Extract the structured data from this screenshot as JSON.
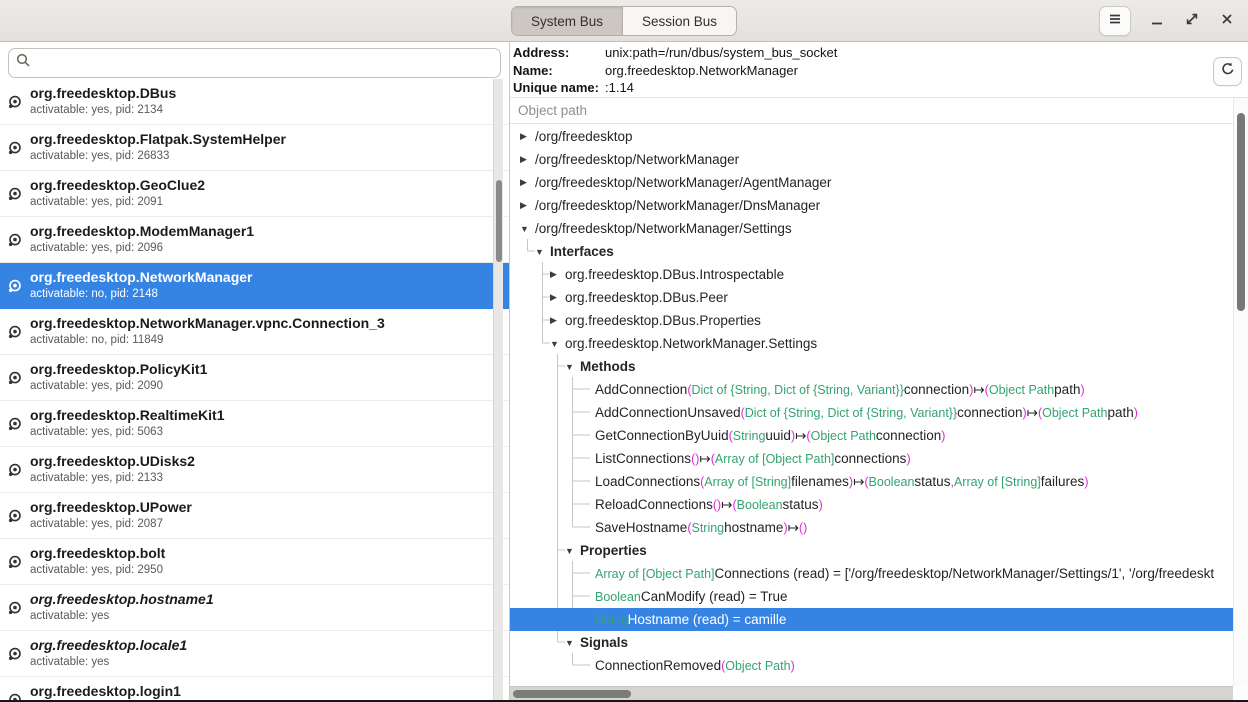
{
  "colors": {
    "accent": "#3584e4",
    "type-green": "#33a371",
    "punct-magenta": "#dd2bd8"
  },
  "glyphs": {
    "collapsed": "▶",
    "expanded": "▼"
  },
  "header": {
    "tabs": [
      {
        "label": "System Bus",
        "active": true
      },
      {
        "label": "Session Bus",
        "active": false
      }
    ],
    "menu_icon": "hamburger-menu",
    "minimize_icon": "minimize-dash",
    "maximize_icon": "expand-arrows",
    "close_icon": "close-x"
  },
  "left": {
    "search": {
      "value": "",
      "icon": "magnifier"
    },
    "items": [
      {
        "name": "org.freedesktop.DBus",
        "sub": "activatable: yes, pid: 2134"
      },
      {
        "name": "org.freedesktop.Flatpak.SystemHelper",
        "sub": "activatable: yes, pid: 26833"
      },
      {
        "name": "org.freedesktop.GeoClue2",
        "sub": "activatable: yes, pid: 2091"
      },
      {
        "name": "org.freedesktop.ModemManager1",
        "sub": "activatable: yes, pid: 2096"
      },
      {
        "name": "org.freedesktop.NetworkManager",
        "sub": "activatable: no, pid: 2148",
        "selected": true
      },
      {
        "name": "org.freedesktop.NetworkManager.vpnc.Connection_3",
        "sub": "activatable: no, pid: 11849"
      },
      {
        "name": "org.freedesktop.PolicyKit1",
        "sub": "activatable: yes, pid: 2090"
      },
      {
        "name": "org.freedesktop.RealtimeKit1",
        "sub": "activatable: yes, pid: 5063"
      },
      {
        "name": "org.freedesktop.UDisks2",
        "sub": "activatable: yes, pid: 2133"
      },
      {
        "name": "org.freedesktop.UPower",
        "sub": "activatable: yes, pid: 2087"
      },
      {
        "name": "org.freedesktop.bolt",
        "sub": "activatable: yes, pid: 2950"
      },
      {
        "name": "org.freedesktop.hostname1",
        "sub": "activatable: yes",
        "italic": true
      },
      {
        "name": "org.freedesktop.locale1",
        "sub": "activatable: yes",
        "italic": true
      },
      {
        "name": "org.freedesktop.login1",
        "sub": ""
      }
    ]
  },
  "right": {
    "info": {
      "address_label": "Address:",
      "address_value": "unix:path=/run/dbus/system_bus_socket",
      "name_label": "Name:",
      "name_value": "org.freedesktop.NetworkManager",
      "unique_label": "Unique name:",
      "unique_value": ":1.14"
    },
    "refresh_icon": "circular-arrow-refresh",
    "column_header": "Object path",
    "tree": [
      {
        "kind": "path",
        "level": 0,
        "state": "collapsed",
        "label": "/org/freedesktop"
      },
      {
        "kind": "path",
        "level": 0,
        "state": "collapsed",
        "label": "/org/freedesktop/NetworkManager"
      },
      {
        "kind": "path",
        "level": 0,
        "state": "collapsed",
        "label": "/org/freedesktop/NetworkManager/AgentManager"
      },
      {
        "kind": "path",
        "level": 0,
        "state": "collapsed",
        "label": "/org/freedesktop/NetworkManager/DnsManager"
      },
      {
        "kind": "path",
        "level": 0,
        "state": "expanded",
        "label": "/org/freedesktop/NetworkManager/Settings"
      },
      {
        "kind": "section",
        "level": 1,
        "state": "expanded",
        "label": "Interfaces"
      },
      {
        "kind": "iface",
        "level": 2,
        "state": "collapsed",
        "label": "org.freedesktop.DBus.Introspectable"
      },
      {
        "kind": "iface",
        "level": 2,
        "state": "collapsed",
        "label": "org.freedesktop.DBus.Peer"
      },
      {
        "kind": "iface",
        "level": 2,
        "state": "collapsed",
        "label": "org.freedesktop.DBus.Properties"
      },
      {
        "kind": "iface",
        "level": 2,
        "state": "expanded",
        "label": "org.freedesktop.NetworkManager.Settings"
      },
      {
        "kind": "section",
        "level": 3,
        "state": "expanded",
        "label": "Methods"
      },
      {
        "kind": "member",
        "level": 4,
        "segs": [
          [
            "n",
            "AddConnection "
          ],
          [
            "p",
            "("
          ],
          [
            "t",
            "Dict of {String, Dict of {String, Variant}}"
          ],
          [
            "d",
            " connection"
          ],
          [
            "p",
            ")"
          ],
          [
            "d",
            " ↦ "
          ],
          [
            "p",
            "("
          ],
          [
            "t",
            "Object Path"
          ],
          [
            "d",
            " path"
          ],
          [
            "p",
            ")"
          ]
        ]
      },
      {
        "kind": "member",
        "level": 4,
        "segs": [
          [
            "n",
            "AddConnectionUnsaved "
          ],
          [
            "p",
            "("
          ],
          [
            "t",
            "Dict of {String, Dict of {String, Variant}}"
          ],
          [
            "d",
            " connection"
          ],
          [
            "p",
            ")"
          ],
          [
            "d",
            " ↦ "
          ],
          [
            "p",
            "("
          ],
          [
            "t",
            "Object Path"
          ],
          [
            "d",
            " path"
          ],
          [
            "p",
            ")"
          ]
        ]
      },
      {
        "kind": "member",
        "level": 4,
        "segs": [
          [
            "n",
            "GetConnectionByUuid "
          ],
          [
            "p",
            "("
          ],
          [
            "t",
            "String"
          ],
          [
            "d",
            " uuid"
          ],
          [
            "p",
            ")"
          ],
          [
            "d",
            " ↦ "
          ],
          [
            "p",
            "("
          ],
          [
            "t",
            "Object Path"
          ],
          [
            "d",
            " connection"
          ],
          [
            "p",
            ")"
          ]
        ]
      },
      {
        "kind": "member",
        "level": 4,
        "segs": [
          [
            "n",
            "ListConnections "
          ],
          [
            "p",
            "()"
          ],
          [
            "d",
            " ↦ "
          ],
          [
            "p",
            "("
          ],
          [
            "t",
            "Array of [Object Path]"
          ],
          [
            "d",
            " connections"
          ],
          [
            "p",
            ")"
          ]
        ]
      },
      {
        "kind": "member",
        "level": 4,
        "segs": [
          [
            "n",
            "LoadConnections "
          ],
          [
            "p",
            "("
          ],
          [
            "t",
            "Array of [String]"
          ],
          [
            "d",
            " filenames"
          ],
          [
            "p",
            ")"
          ],
          [
            "d",
            " ↦ "
          ],
          [
            "p",
            "("
          ],
          [
            "t",
            "Boolean"
          ],
          [
            "d",
            " status"
          ],
          [
            "p",
            ","
          ],
          [
            "d",
            " "
          ],
          [
            "t",
            "Array of [String]"
          ],
          [
            "d",
            " failures"
          ],
          [
            "p",
            ")"
          ]
        ]
      },
      {
        "kind": "member",
        "level": 4,
        "segs": [
          [
            "n",
            "ReloadConnections "
          ],
          [
            "p",
            "()"
          ],
          [
            "d",
            " ↦ "
          ],
          [
            "p",
            "("
          ],
          [
            "t",
            "Boolean"
          ],
          [
            "d",
            " status"
          ],
          [
            "p",
            ")"
          ]
        ]
      },
      {
        "kind": "member",
        "level": 4,
        "segs": [
          [
            "n",
            "SaveHostname "
          ],
          [
            "p",
            "("
          ],
          [
            "t",
            "String"
          ],
          [
            "d",
            " hostname"
          ],
          [
            "p",
            ")"
          ],
          [
            "d",
            " ↦ "
          ],
          [
            "p",
            "()"
          ]
        ]
      },
      {
        "kind": "section",
        "level": 3,
        "state": "expanded",
        "label": "Properties"
      },
      {
        "kind": "member",
        "level": 4,
        "segs": [
          [
            "t",
            "Array of [Object Path]"
          ],
          [
            "d",
            " Connections (read) = ['/org/freedesktop/NetworkManager/Settings/1', '/org/freedeskt"
          ]
        ]
      },
      {
        "kind": "member",
        "level": 4,
        "segs": [
          [
            "t",
            "Boolean"
          ],
          [
            "d",
            " CanModify (read) = True"
          ]
        ]
      },
      {
        "kind": "member",
        "level": 4,
        "selected": true,
        "segs": [
          [
            "t",
            "String"
          ],
          [
            "d",
            " Hostname (read) = camille"
          ]
        ]
      },
      {
        "kind": "section",
        "level": 3,
        "state": "expanded",
        "label": "Signals"
      },
      {
        "kind": "member",
        "level": 4,
        "segs": [
          [
            "n",
            "ConnectionRemoved "
          ],
          [
            "p",
            "("
          ],
          [
            "t",
            "Object Path"
          ],
          [
            "p",
            ")"
          ]
        ]
      }
    ]
  }
}
